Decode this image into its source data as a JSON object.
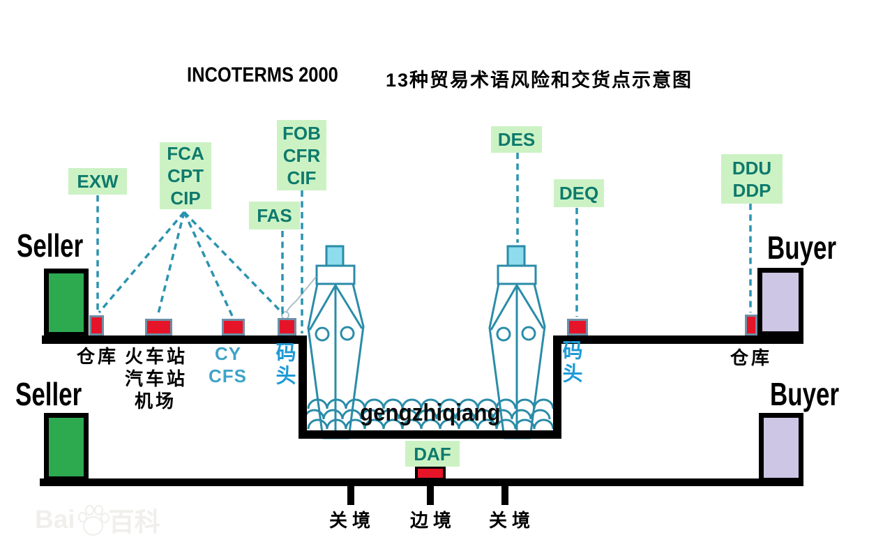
{
  "title": {
    "product": "INCOTERMS 2000",
    "subtitle": "13种贸易术语风险和交货点示意图"
  },
  "parties": {
    "seller_top": "Seller",
    "seller_bottom": "Seller",
    "buyer_top": "Buyer",
    "buyer_bottom": "Buyer"
  },
  "terms": {
    "exw": [
      "EXW"
    ],
    "multimodal_group": [
      "FCA",
      "CPT",
      "CIP"
    ],
    "sea_group": [
      "FOB",
      "CFR",
      "CIF"
    ],
    "fas": [
      "FAS"
    ],
    "des": [
      "DES"
    ],
    "deq": [
      "DEQ"
    ],
    "arrival_group": [
      "DDU",
      "DDP"
    ],
    "daf": [
      "DAF"
    ]
  },
  "locations": {
    "warehouse_left": "仓库",
    "train_station": "火车站",
    "bus_station": "汽车站",
    "airport": "机场",
    "cy": "CY",
    "cfs": "CFS",
    "dock_left": "码头",
    "dock_right": "码头",
    "warehouse_right": "仓库",
    "customs_left": "关境",
    "frontier": "边境",
    "customs_right": "关境"
  },
  "watermarks": {
    "center": "gengzhiqiang",
    "brand_prefix": "Bai",
    "brand_suffix": "百科"
  },
  "colors": {
    "term_box_bg": "#ccf2c4",
    "term_text": "#0e7a6c",
    "dashed_line": "#2a93b0",
    "ship_outline": "#2a8ca8",
    "funnel_fill": "#8edcee",
    "marker_red": "#e61428",
    "marker_border": "#6d8fa6",
    "seller_green": "#2daa50",
    "buyer_purple": "#cdc6e4",
    "structure_black": "#000000",
    "cy_cfs_text": "#3fa3c8",
    "dock_text": "#1e9ad6"
  }
}
